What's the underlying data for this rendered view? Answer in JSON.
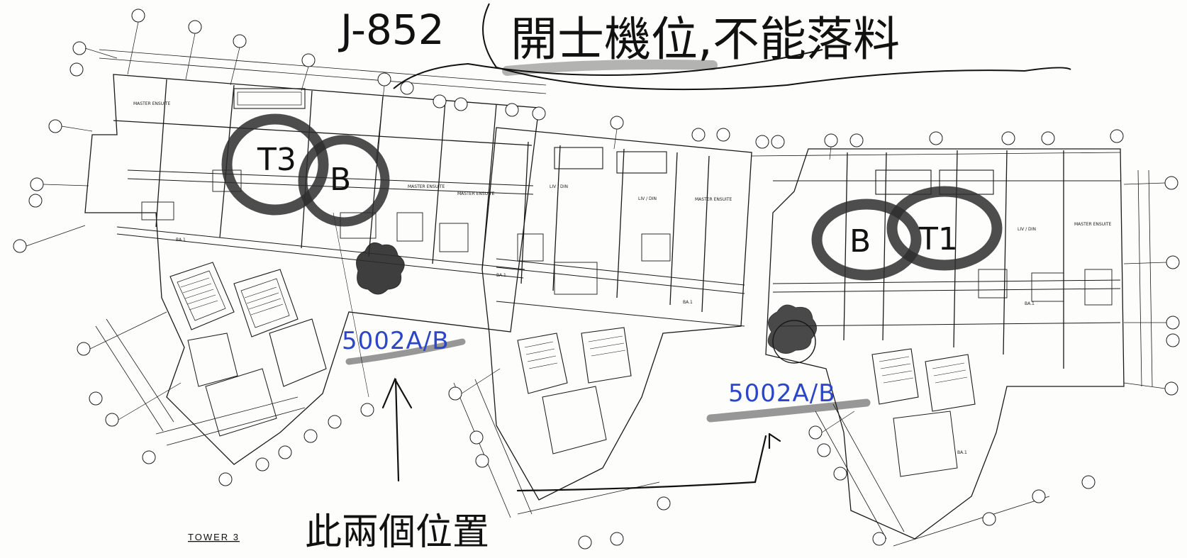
{
  "annotations": {
    "job_ref": "J-852",
    "instruction": "開士機位,不能落料",
    "location_a": "5002A/B",
    "location_b": "5002A/B",
    "bottom_note": "此兩個位置"
  },
  "bubbles": {
    "left_1": "T3",
    "left_2": "B",
    "right_1": "B",
    "right_2": "T1"
  },
  "plan": {
    "tower_label": "TOWER 3",
    "room_label_master": "MASTER ENSUITE",
    "room_label_bath": "BA.1",
    "room_label_living": "LIV / DIN"
  },
  "colors": {
    "ink": "#1a1a1a",
    "pen_blue": "#2b46c8",
    "highlight_grey": "#8a8a8a",
    "marker_dark": "#3a3a3a"
  }
}
